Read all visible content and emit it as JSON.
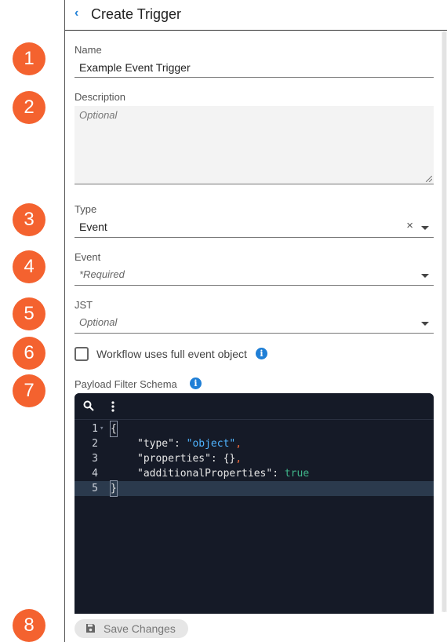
{
  "header": {
    "back_glyph": "‹",
    "title": "Create Trigger"
  },
  "markers": [
    "1",
    "2",
    "3",
    "4",
    "5",
    "6",
    "7",
    "8"
  ],
  "form": {
    "name_label": "Name",
    "name_value": "Example Event Trigger",
    "description_label": "Description",
    "description_placeholder": "Optional",
    "type_label": "Type",
    "type_value": "Event",
    "type_clear": "×",
    "event_label": "Event",
    "event_placeholder": "*Required",
    "jst_label": "JST",
    "jst_placeholder": "Optional",
    "full_event_label": "Workflow uses full event object",
    "full_event_checked": false,
    "payload_label": "Payload Filter Schema",
    "info_glyph": "i"
  },
  "editor": {
    "icons": [
      "search-icon",
      "more-vertical-icon"
    ],
    "lines": [
      {
        "num": "1",
        "text": "{"
      },
      {
        "num": "2",
        "key": "\"type\"",
        "sep": ": ",
        "value": "\"object\"",
        "trail": ","
      },
      {
        "num": "3",
        "key": "\"properties\"",
        "sep": ": {}",
        "trail": ","
      },
      {
        "num": "4",
        "key": "\"additionalProperties\"",
        "sep": ": ",
        "bool": "true"
      },
      {
        "num": "5",
        "text": "}"
      }
    ],
    "active_line": 5,
    "colors": {
      "background": "#151a27",
      "string": "#4fb3ff",
      "boolean": "#3fb58a",
      "comma": "#f06a3c"
    }
  },
  "footer": {
    "save_label": "Save Changes",
    "save_icon": "floppy-disk-icon"
  },
  "colors": {
    "marker": "#f4622f",
    "accent": "#1f7fd6"
  }
}
